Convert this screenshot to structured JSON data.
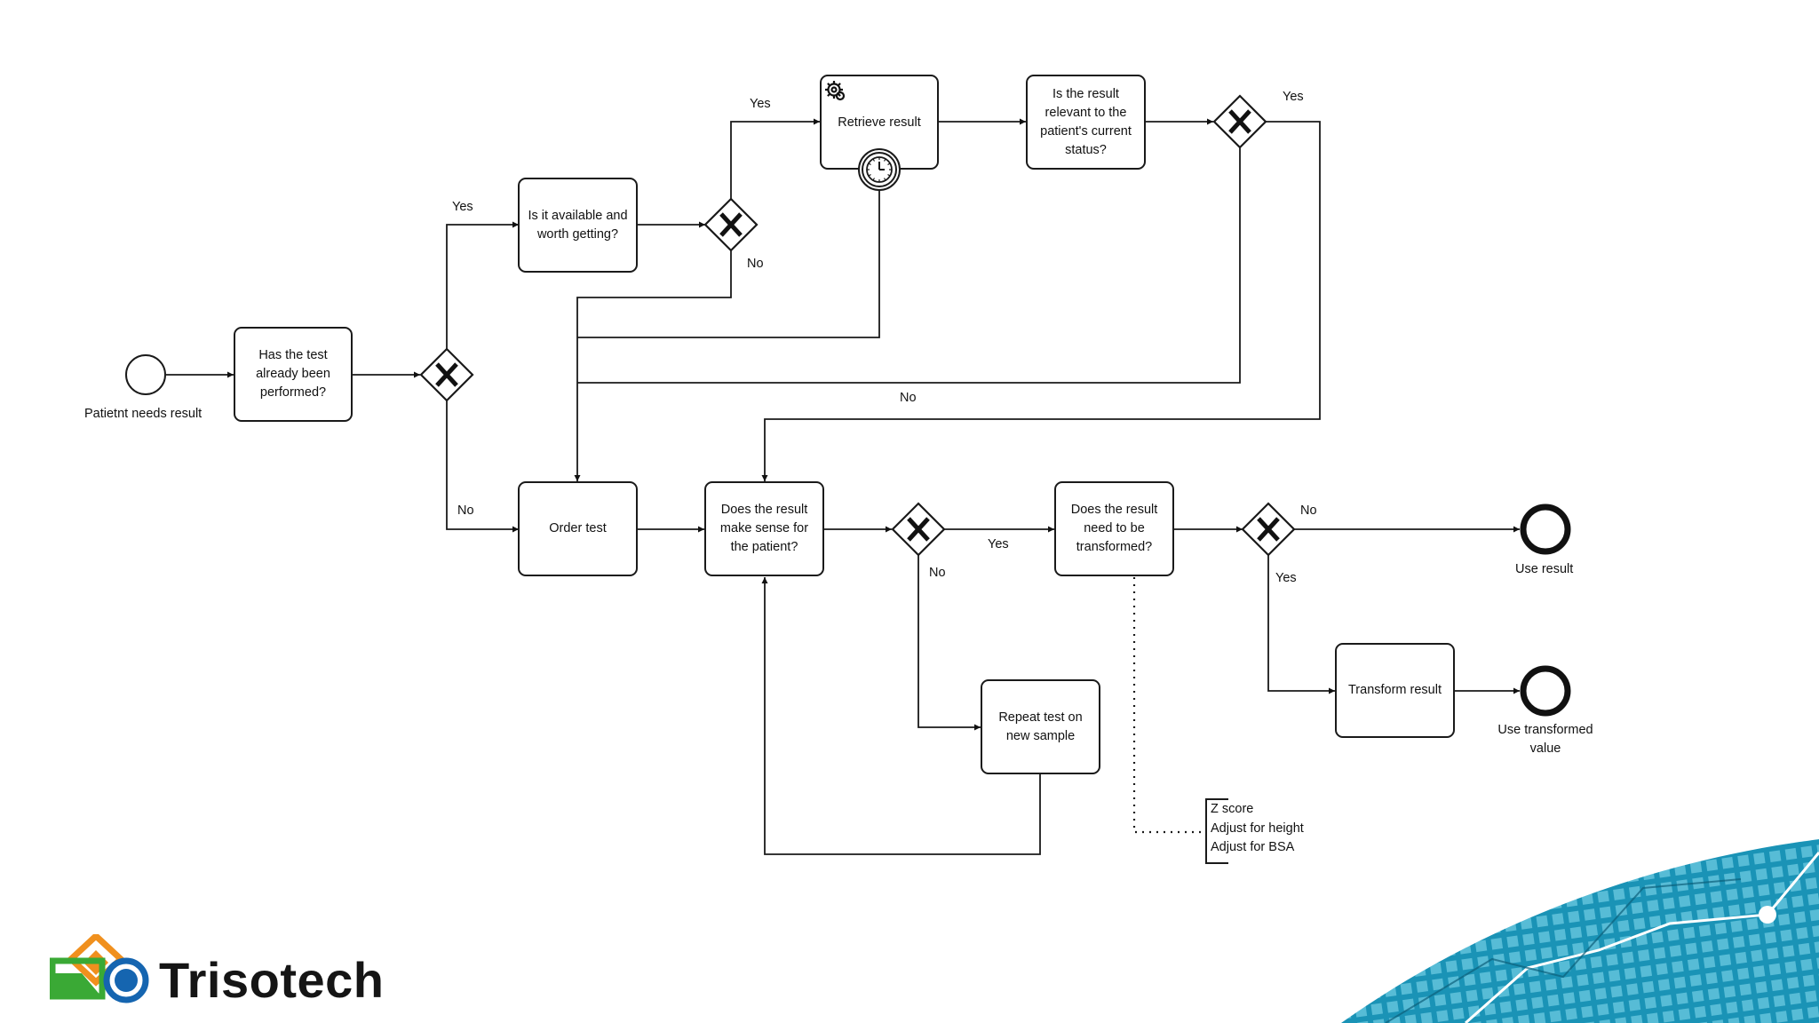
{
  "tasks": {
    "has_test": "Has the test already been performed?",
    "available": "Is it available and worth getting?",
    "retrieve": "Retrieve result",
    "relevant": "Is the result relevant to the patient's current status?",
    "order": "Order test",
    "sense": "Does the result make sense for the patient?",
    "transform_q": "Does the result need to be transformed?",
    "repeat": "Repeat test on new sample",
    "transform": "Transform result"
  },
  "events": {
    "start": "Patietnt needs result",
    "end_use": "Use result",
    "end_transformed": "Use transformed value"
  },
  "flow_labels": {
    "yes_available": "Yes",
    "no_order": "No",
    "yes_retrieve": "Yes",
    "no_available": "No",
    "yes_relevant": "Yes",
    "no_relevant": "No",
    "yes_sense": "Yes",
    "no_sense": "No",
    "no_transform": "No",
    "yes_transform": "Yes"
  },
  "annotation": {
    "lines": [
      "Z score",
      "Adjust for height",
      "Adjust for BSA"
    ]
  },
  "brand": {
    "name": "Trisotech",
    "colors": {
      "orange": "#f0901e",
      "green": "#3aa935",
      "blue": "#1565b0",
      "teal": "#1e8fb0"
    }
  }
}
